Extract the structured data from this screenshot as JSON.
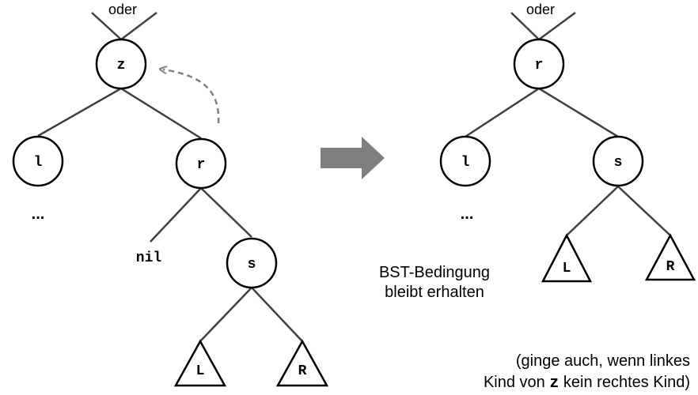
{
  "left_tree": {
    "top_label": "oder",
    "root": "z",
    "left_child": "l",
    "right_child": "r",
    "left_subtree_ellipsis": "...",
    "nil_label": "nil",
    "successor": "s",
    "subtree_left": "L",
    "subtree_right": "R"
  },
  "right_tree": {
    "top_label": "oder",
    "root": "r",
    "left_child": "l",
    "right_child": "s",
    "left_subtree_ellipsis": "...",
    "subtree_left": "L",
    "subtree_right": "R"
  },
  "captions": {
    "bst_line1": "BST-Bedingung",
    "bst_line2": "bleibt erhalten",
    "note_line1": "(ginge auch, wenn linkes",
    "note_line2_a": "Kind von ",
    "note_line2_code": "z",
    "note_line2_b": " kein rechtes Kind)"
  },
  "colors": {
    "edges": "#404040",
    "transform_arrow": "#7f7f7f",
    "dashed_arrow": "#808080"
  }
}
